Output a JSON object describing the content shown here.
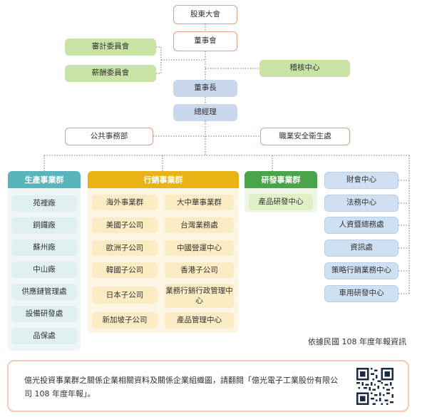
{
  "top": {
    "shareholders": "股東大會",
    "board": "董事會",
    "audit_committee": "審計委員會",
    "compensation_committee": "薪酬委員會",
    "internal_audit": "稽核中心",
    "chairman": "董事長",
    "president": "總經理",
    "public_affairs": "公共事務部",
    "occupational_safety": "職業安全衛生處"
  },
  "groups": {
    "production": {
      "title": "生產事業群",
      "color": "#5ab4bb",
      "items": [
        "苑裡廠",
        "銅鑼廠",
        "蘇州廠",
        "中山廠",
        "供應鏈管理處",
        "設備研發處",
        "品保處"
      ]
    },
    "sales": {
      "title": "行銷事業群",
      "color": "#e9b315",
      "items": [
        "海外事業群",
        "大中華事業群",
        "美國子公司",
        "台灣業務處",
        "歐洲子公司",
        "中國營運中心",
        "韓國子公司",
        "香港子公司",
        "日本子公司",
        "業務行銷行政管理中心",
        "新加坡子公司",
        "產品管理中心"
      ]
    },
    "rd": {
      "title": "研發事業群",
      "color": "#4aa54a",
      "items": [
        "產品研發中心"
      ]
    },
    "support": {
      "items": [
        "財會中心",
        "法務中心",
        "人資暨總務處",
        "資訊處",
        "策略行銷業務中心",
        "車用研發中心"
      ]
    }
  },
  "source_note": "依據民國 108 年度年報資訊",
  "footer": {
    "text": "億光投資事業群之關係企業相關資料及關係企業組織圖，請翻閱「億光電子工業股份有限公司 108 年度年報」。",
    "qr_icon": "qr-code-icon"
  }
}
